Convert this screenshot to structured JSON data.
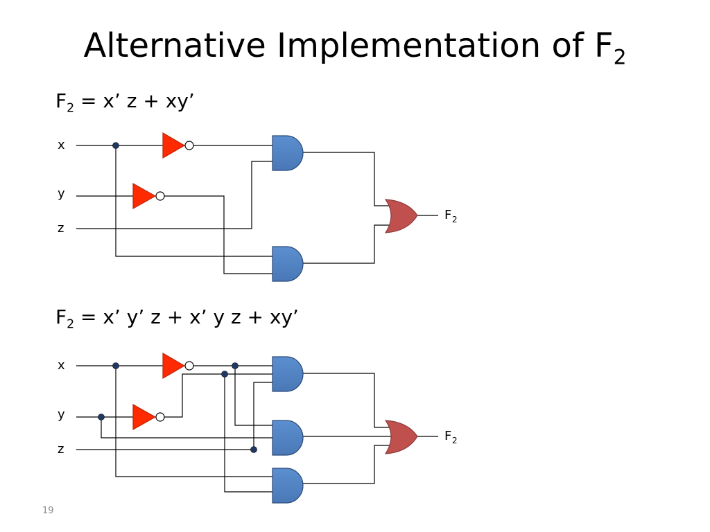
{
  "slide": {
    "title": "Alternative Implementation of F",
    "title_sub": "2",
    "page_number": "19",
    "colors": {
      "and_gate": "#4f81bd",
      "or_gate": "#c0504d",
      "not_gate": "#ff2a00",
      "junction": "#1f3864"
    }
  },
  "circuit1": {
    "eq_pre": "F",
    "eq_sub": "2",
    "eq_post": " = x’ z + xy’",
    "inputs": [
      "x",
      "y",
      "z"
    ],
    "output_main": "F",
    "output_sub": "2"
  },
  "circuit2": {
    "eq_pre": "F",
    "eq_sub": "2",
    "eq_post": " = x’ y’ z + x’ y z + xy’",
    "inputs": [
      "x",
      "y",
      "z"
    ],
    "output_main": "F",
    "output_sub": "2"
  }
}
